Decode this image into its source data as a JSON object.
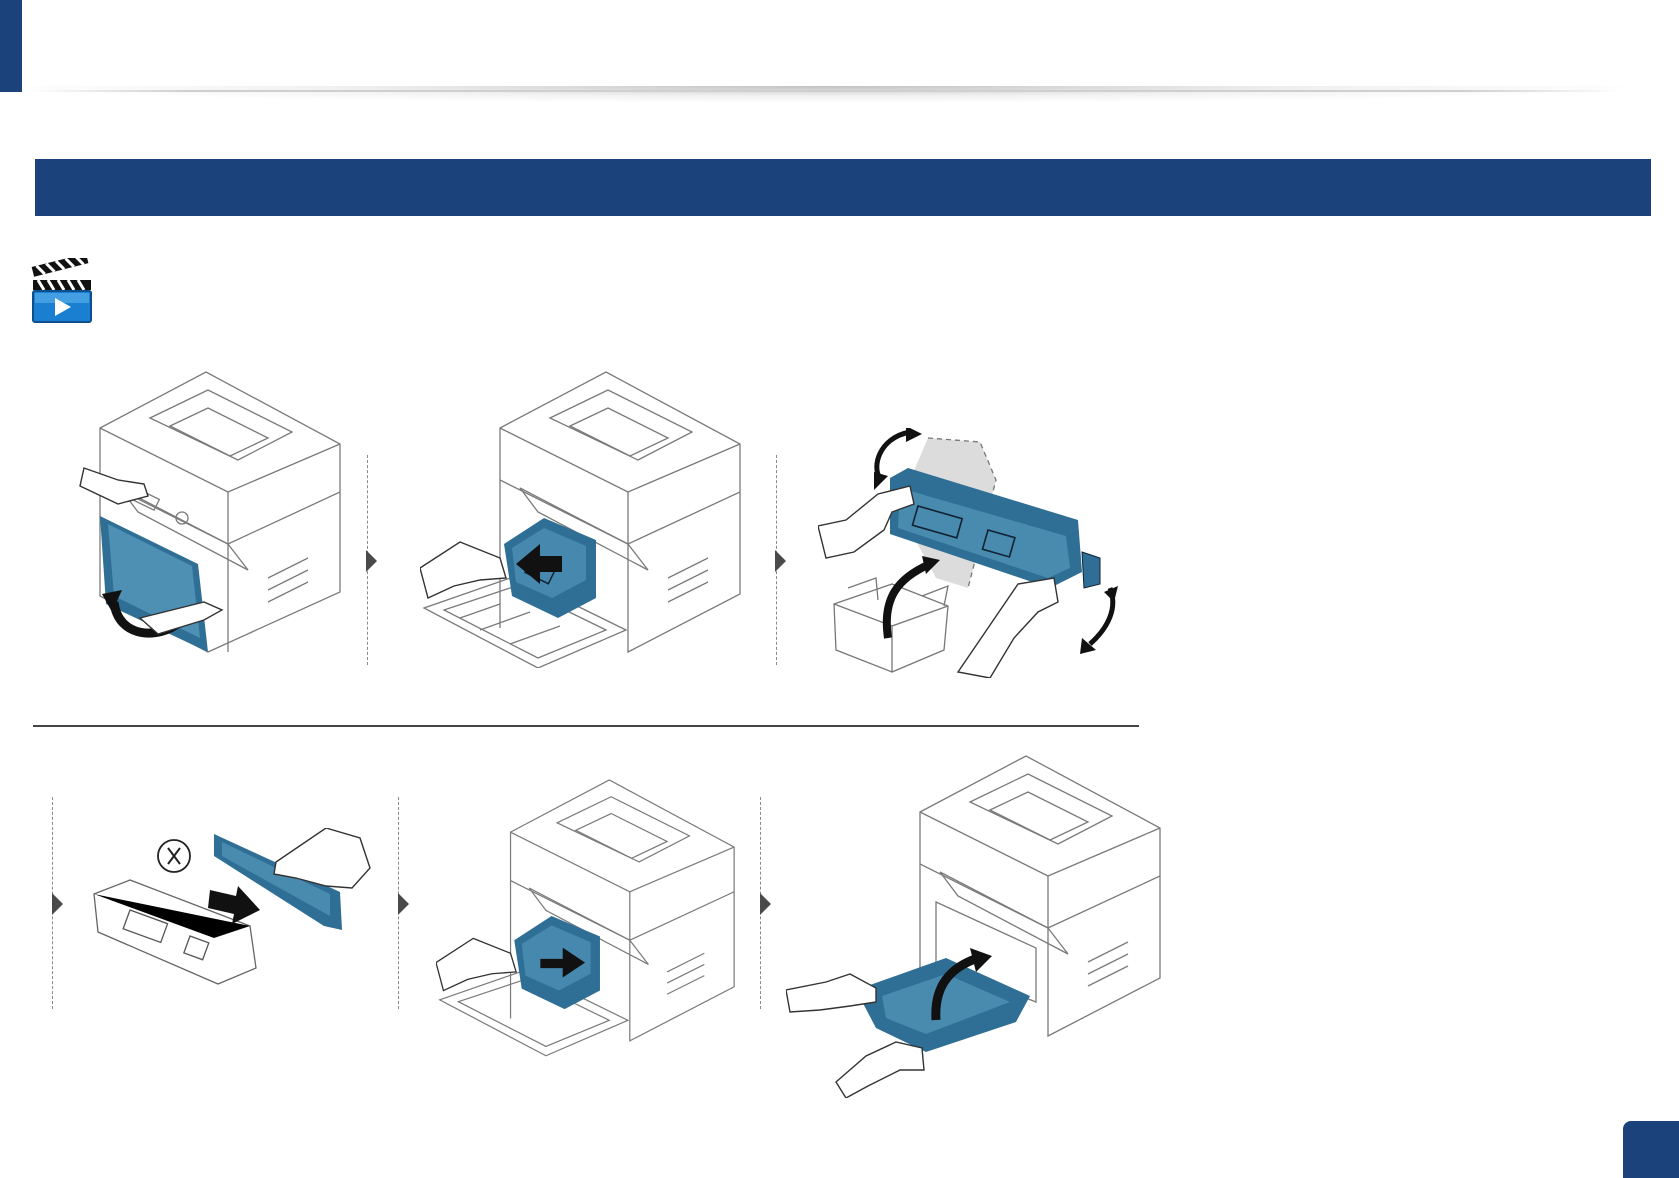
{
  "document": {
    "header_accent_color": "#1c427c",
    "section_bar_color": "#1c427c",
    "toner_color": "#2f6f95",
    "video_icon": "video-clip-icon",
    "steps": [
      {
        "icon": "open-front-cover-illustration"
      },
      {
        "icon": "pull-out-toner-cartridge-illustration"
      },
      {
        "icon": "shake-toner-cartridge-illustration"
      },
      {
        "icon": "remove-protective-cover-illustration"
      },
      {
        "icon": "insert-toner-cartridge-illustration"
      },
      {
        "icon": "close-front-cover-illustration"
      }
    ]
  }
}
